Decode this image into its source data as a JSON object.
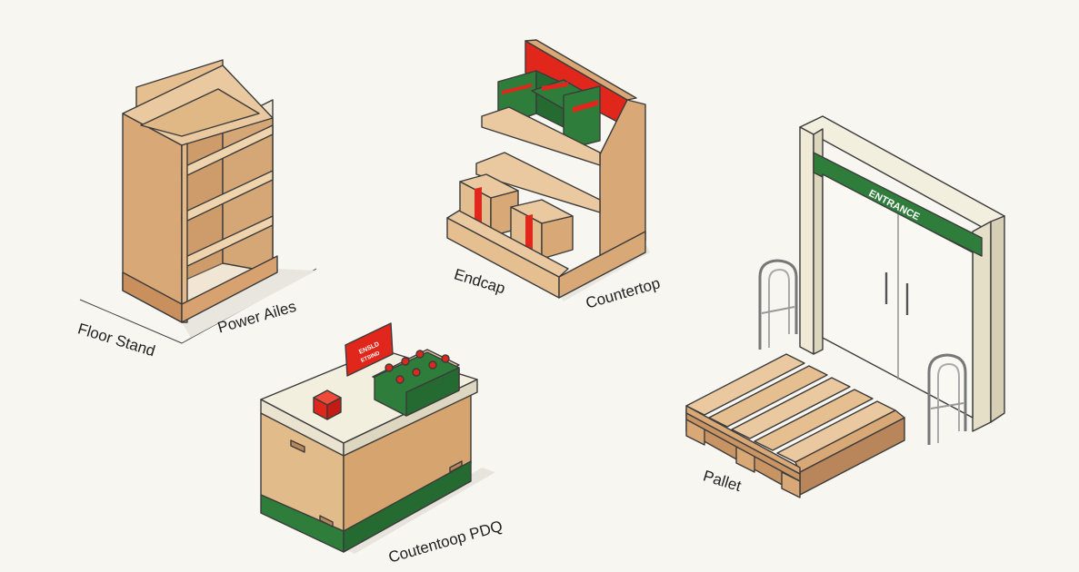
{
  "labels": {
    "floor_stand": "Floor Stand",
    "power_aisles": "Power Ailes",
    "endcap": "Endcap",
    "countertop": "Countertop",
    "countertop_pdq": "Coutentoop PDQ",
    "pallet": "Pallet"
  },
  "signs": {
    "entrance": "ENTRANCE",
    "pdq_header": "ENSLD",
    "pdq_header_sub": "ETSIND"
  },
  "colors": {
    "background": "#f7f6f1",
    "cardboard_light": "#eac9a0",
    "cardboard_mid": "#d9a877",
    "cardboard_dark": "#c99464",
    "green": "#2e7d3b",
    "red": "#e1261c",
    "cream": "#f3efdf",
    "outline": "#3b3b3b"
  }
}
